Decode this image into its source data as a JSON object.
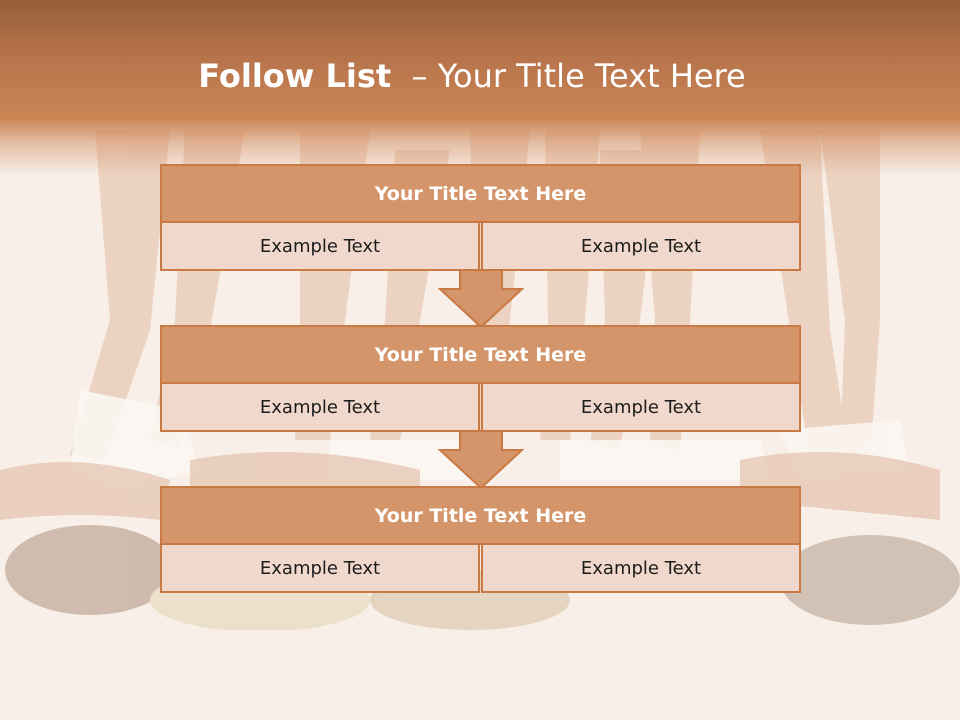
{
  "slide": {
    "title_bold": "Follow List",
    "title_rest": "  – Your Title Text Here"
  },
  "blocks": [
    {
      "title": "Your Title Text Here",
      "left": "Example Text",
      "right": "Example Text"
    },
    {
      "title": "Your Title Text Here",
      "left": "Example Text",
      "right": "Example Text"
    },
    {
      "title": "Your Title Text Here",
      "left": "Example Text",
      "right": "Example Text"
    }
  ],
  "colors": {
    "band_dark": "#955f39",
    "band_mid": "#cc8756",
    "box_header": "#d4956a",
    "box_border": "#c97a44",
    "box_cell": "#f0d8cc"
  }
}
